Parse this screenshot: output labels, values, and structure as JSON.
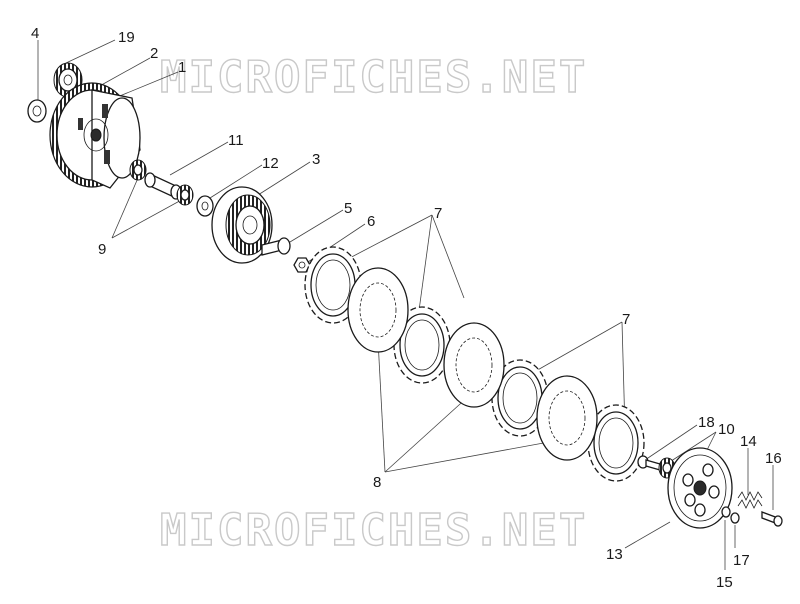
{
  "watermark": {
    "text": "MICROFICHES.NET"
  },
  "callouts": [
    "4",
    "19",
    "2",
    "1",
    "11",
    "12",
    "3",
    "5",
    "6",
    "7",
    "9",
    "7",
    "8",
    "18",
    "10",
    "14",
    "16",
    "13",
    "17",
    "15"
  ]
}
